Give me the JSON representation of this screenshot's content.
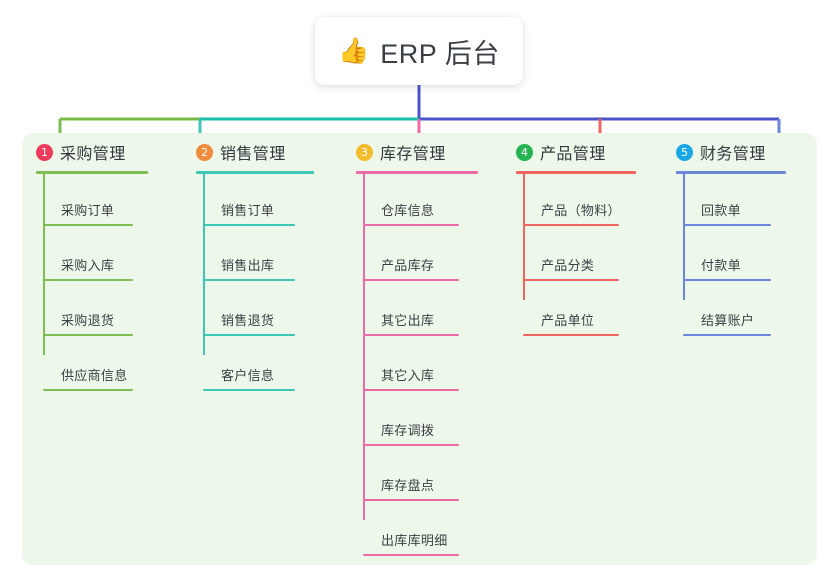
{
  "root": {
    "icon": "thumbs-up-icon",
    "icon_glyph": "👍",
    "title": "ERP 后台"
  },
  "colors": {
    "panel_background": "#eef8ea",
    "page_background": "#ffffff",
    "text": "#3b4046",
    "title_text": "#3a3f45",
    "trunk": "#4a52c8",
    "bar_left": "#79bb4a",
    "bar_mid": "#17bfa8",
    "bar_right": "#4a52c8"
  },
  "chart_data": {
    "type": "tree",
    "title": "ERP 后台",
    "root_label": "ERP 后台",
    "branch_count": 5,
    "branches": [
      {
        "index": "1",
        "label": "采购管理",
        "badge_color": "#ef3b5b",
        "line_color": "#7fbd55",
        "children": [
          "采购订单",
          "采购入库",
          "采购退货",
          "供应商信息"
        ]
      },
      {
        "index": "2",
        "label": "销售管理",
        "badge_color": "#f08a3c",
        "line_color": "#3fc6b4",
        "children": [
          "销售订单",
          "销售出库",
          "销售退货",
          "客户信息"
        ]
      },
      {
        "index": "3",
        "label": "库存管理",
        "badge_color": "#f2bc2b",
        "line_color": "#ec6aa8",
        "children": [
          "仓库信息",
          "产品库存",
          "其它出库",
          "其它入库",
          "库存调拨",
          "库存盘点",
          "出库库明细"
        ]
      },
      {
        "index": "4",
        "label": "产品管理",
        "badge_color": "#24b552",
        "line_color": "#f0655f",
        "children": [
          "产品（物料）",
          "产品分类",
          "产品单位"
        ]
      },
      {
        "index": "5",
        "label": "财务管理",
        "badge_color": "#1aa7e8",
        "line_color": "#6b86db",
        "children": [
          "回款单",
          "付款单",
          "结算账户"
        ]
      }
    ]
  }
}
